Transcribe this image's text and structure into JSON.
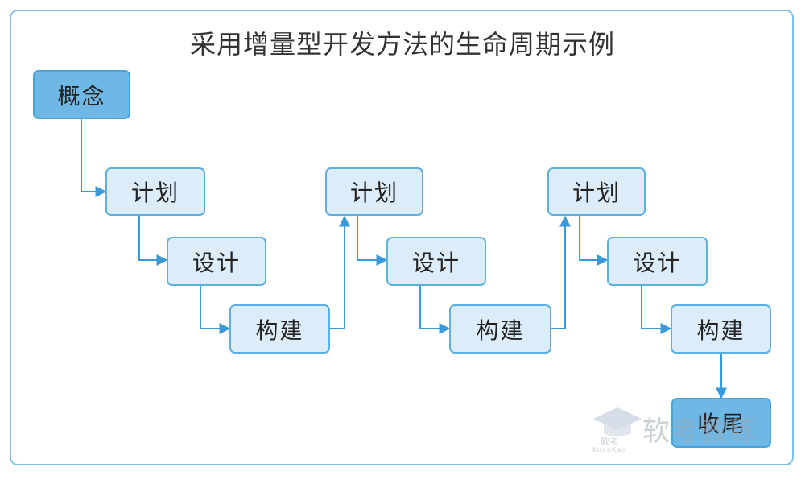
{
  "title": "采用增量型开发方法的生命周期示例",
  "nodes": {
    "concept": "概念",
    "plan_1": "计划",
    "design_1": "设计",
    "build_1": "构建",
    "plan_2": "计划",
    "design_2": "设计",
    "build_2": "构建",
    "plan_3": "计划",
    "design_3": "设计",
    "build_3": "构建",
    "closeout": "收尾"
  },
  "watermark": {
    "brand_text": "软考教练",
    "logo_small": "软考",
    "logo_latin": "KuanKao"
  },
  "colors": {
    "frame_border": "#7fc1e6",
    "node_fill": "#dcecf9",
    "node_fill_dark": "#6fb8e6",
    "node_border": "#5db0e0",
    "arrow": "#3a9ad9"
  }
}
